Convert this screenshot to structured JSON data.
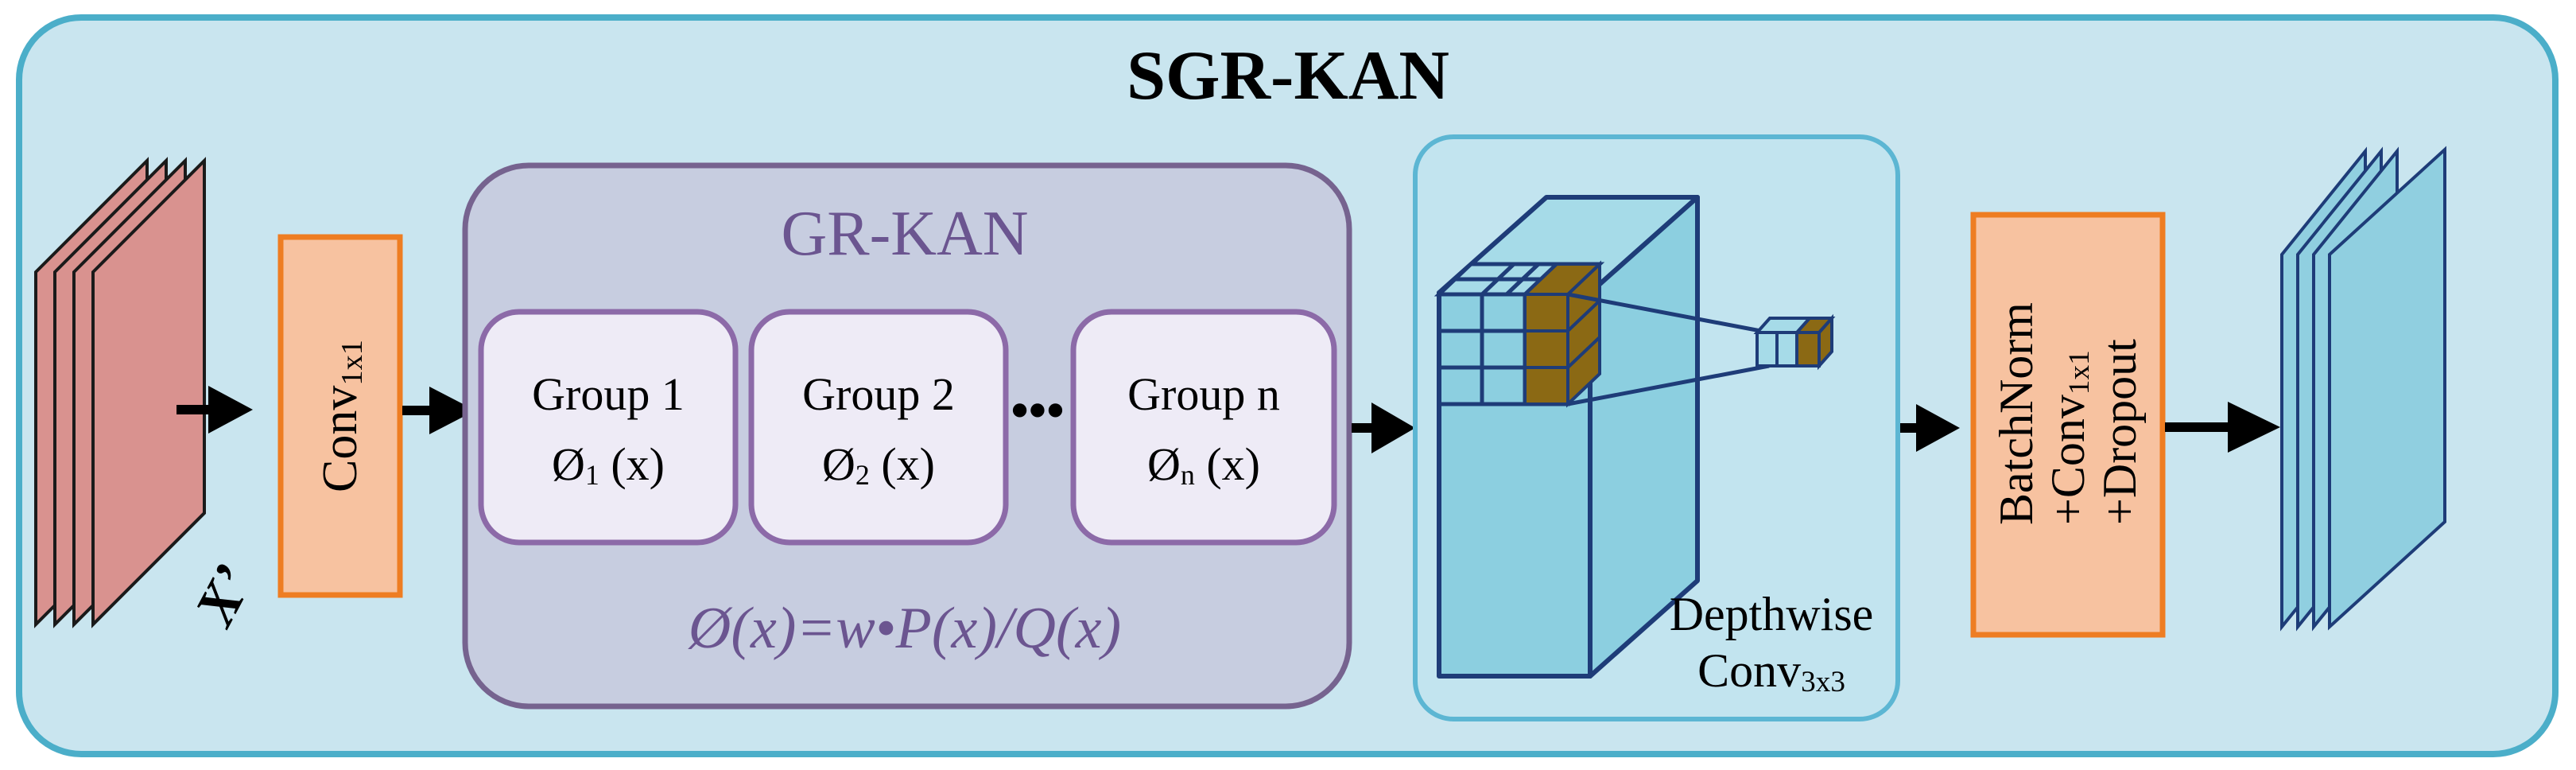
{
  "title": "SGR-KAN",
  "input_label": "X’",
  "conv_label": "Conv",
  "conv_sub": "1x1",
  "gr_kan": {
    "title": "GR-KAN",
    "groups": [
      {
        "name": "Group 1",
        "func": "Ø",
        "func_sub": "1",
        "func_arg": " (x)"
      },
      {
        "name": "Group 2",
        "func": "Ø",
        "func_sub": "2",
        "func_arg": " (x)"
      },
      {
        "name": "Group n",
        "func": "Ø",
        "func_sub": "n",
        "func_arg": " (x)"
      }
    ],
    "ellipsis": "•••",
    "formula": "Ø(x)=w•P(x)/Q(x)"
  },
  "depthwise": {
    "line1": "Depthwise",
    "line2": "Conv",
    "line2_sub": "3x3"
  },
  "post": {
    "line1": "BatchNorm",
    "line2": "+Conv",
    "line2_sub": "1x1",
    "line3": "+Dropout"
  },
  "colors": {
    "outer_fill": "#c9e5ef",
    "outer_stroke": "#4baec9",
    "input_maps": "#d9928f",
    "orange_fill": "#f7c2a0",
    "orange_stroke": "#ee7d22",
    "gr_fill": "#c7cde0",
    "gr_stroke": "#76638f",
    "group_fill": "#eeebf6",
    "group_stroke": "#8c6aa8",
    "depth_fill": "#8ccfe0",
    "kernel_fill": "#8b6914",
    "output_maps": "#90cfe0"
  }
}
